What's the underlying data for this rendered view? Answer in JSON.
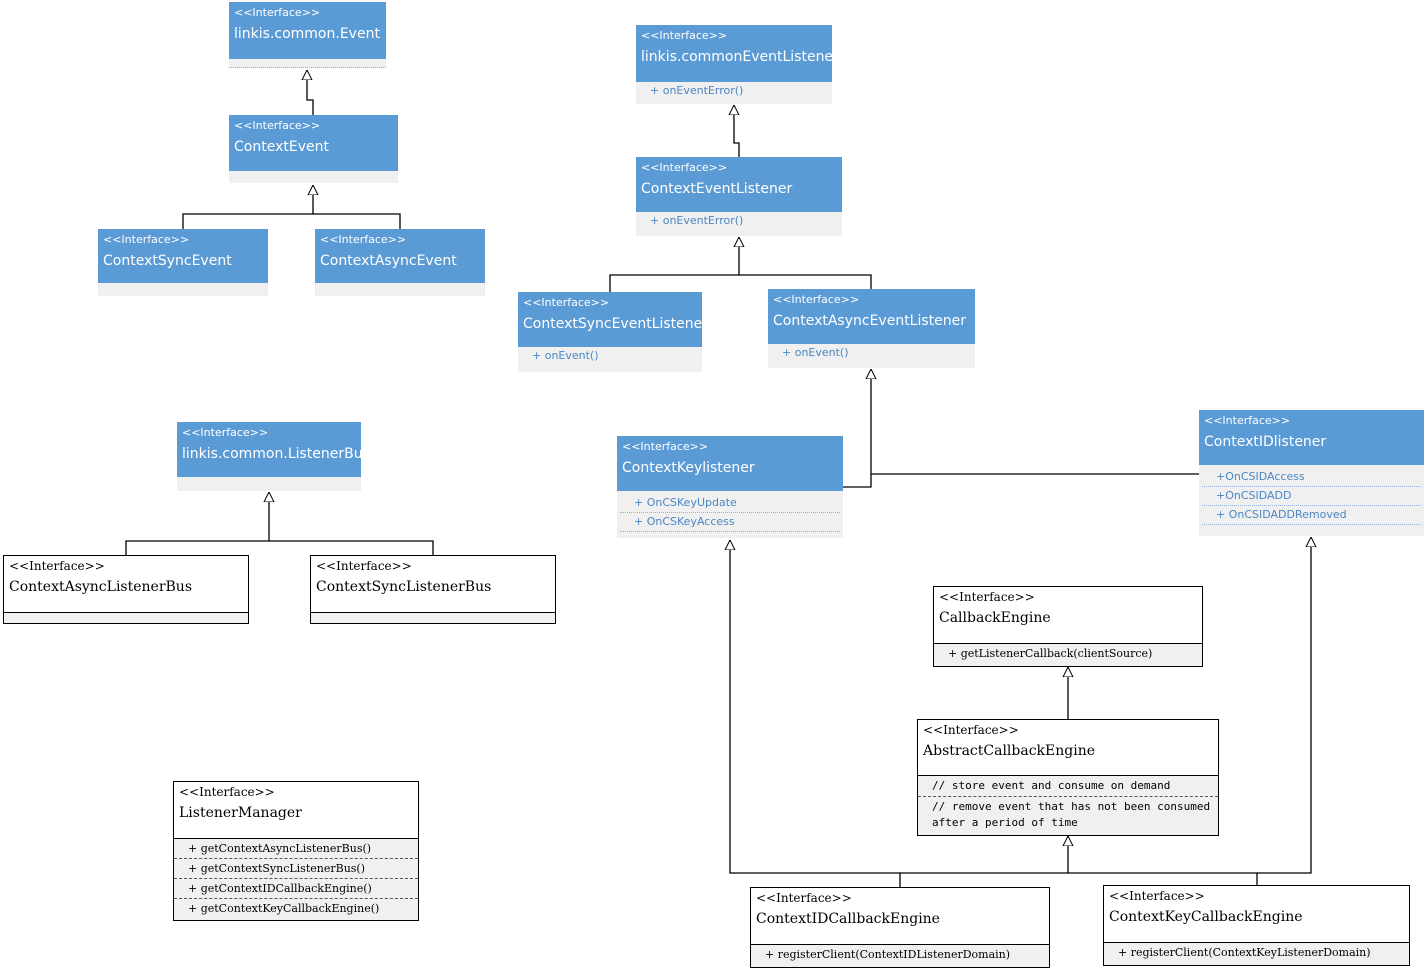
{
  "stereotype_blue": "<<Interface>>",
  "stereotype_white": "<<Interface>>",
  "interfaces": {
    "linkis_common_event": {
      "name": "linkis.common.Event",
      "methods": []
    },
    "context_event": {
      "name": "ContextEvent",
      "methods": []
    },
    "context_sync_event": {
      "name": "ContextSyncEvent",
      "methods": []
    },
    "context_async_event": {
      "name": "ContextAsyncEvent",
      "methods": []
    },
    "linkis_common_event_listener": {
      "name": "linkis.commonEventListener",
      "methods": [
        "+ onEventError()"
      ]
    },
    "context_event_listener": {
      "name": "ContextEventListener",
      "methods": [
        "+ onEventError()"
      ]
    },
    "context_sync_event_listener": {
      "name": "ContextSyncEventListener",
      "methods": [
        "+ onEvent()"
      ]
    },
    "context_async_event_listener": {
      "name": "ContextAsyncEventListener",
      "methods": [
        "+ onEvent()"
      ]
    },
    "linkis_common_listener_bus": {
      "name": "linkis.common.ListenerBus",
      "methods": []
    },
    "context_async_listener_bus": {
      "name": "ContextAsyncListenerBus",
      "methods": []
    },
    "context_sync_listener_bus": {
      "name": "ContextSyncListenerBus",
      "methods": []
    },
    "context_key_listener": {
      "name": "ContextKeylistener",
      "methods": [
        "+ OnCSKeyUpdate",
        "+ OnCSKeyAccess"
      ]
    },
    "context_id_listener": {
      "name": "ContextIDlistener",
      "methods": [
        "+OnCSIDAccess",
        "+OnCSIDADD",
        "+ OnCSIDADDRemoved"
      ]
    },
    "callback_engine": {
      "name": "CallbackEngine",
      "methods": [
        "+ getListenerCallback(clientSource)"
      ]
    },
    "abstract_callback_engine": {
      "name": "AbstractCallbackEngine",
      "notes": [
        "// store event and consume on demand",
        "// remove event that has not been consumed\nafter a period of time"
      ]
    },
    "listener_manager": {
      "name": "ListenerManager",
      "methods": [
        "+ getContextAsyncListenerBus()",
        "+ getContextSyncListenerBus()",
        "+ getContextIDCallbackEngine()",
        "+ getContextKeyCallbackEngine()"
      ]
    },
    "context_id_callback_engine": {
      "name": "ContextIDCallbackEngine",
      "methods": [
        "+ registerClient(ContextIDListenerDomain)"
      ]
    },
    "context_key_callback_engine": {
      "name": "ContextKeyCallbackEngine",
      "methods": [
        "+ registerClient(ContextKeyListenerDomain)"
      ]
    }
  },
  "colors": {
    "blue_header": "#5b9bd5",
    "blue_text": "#4a86c5",
    "body_gray": "#f0f0f0",
    "line": "#000000"
  }
}
